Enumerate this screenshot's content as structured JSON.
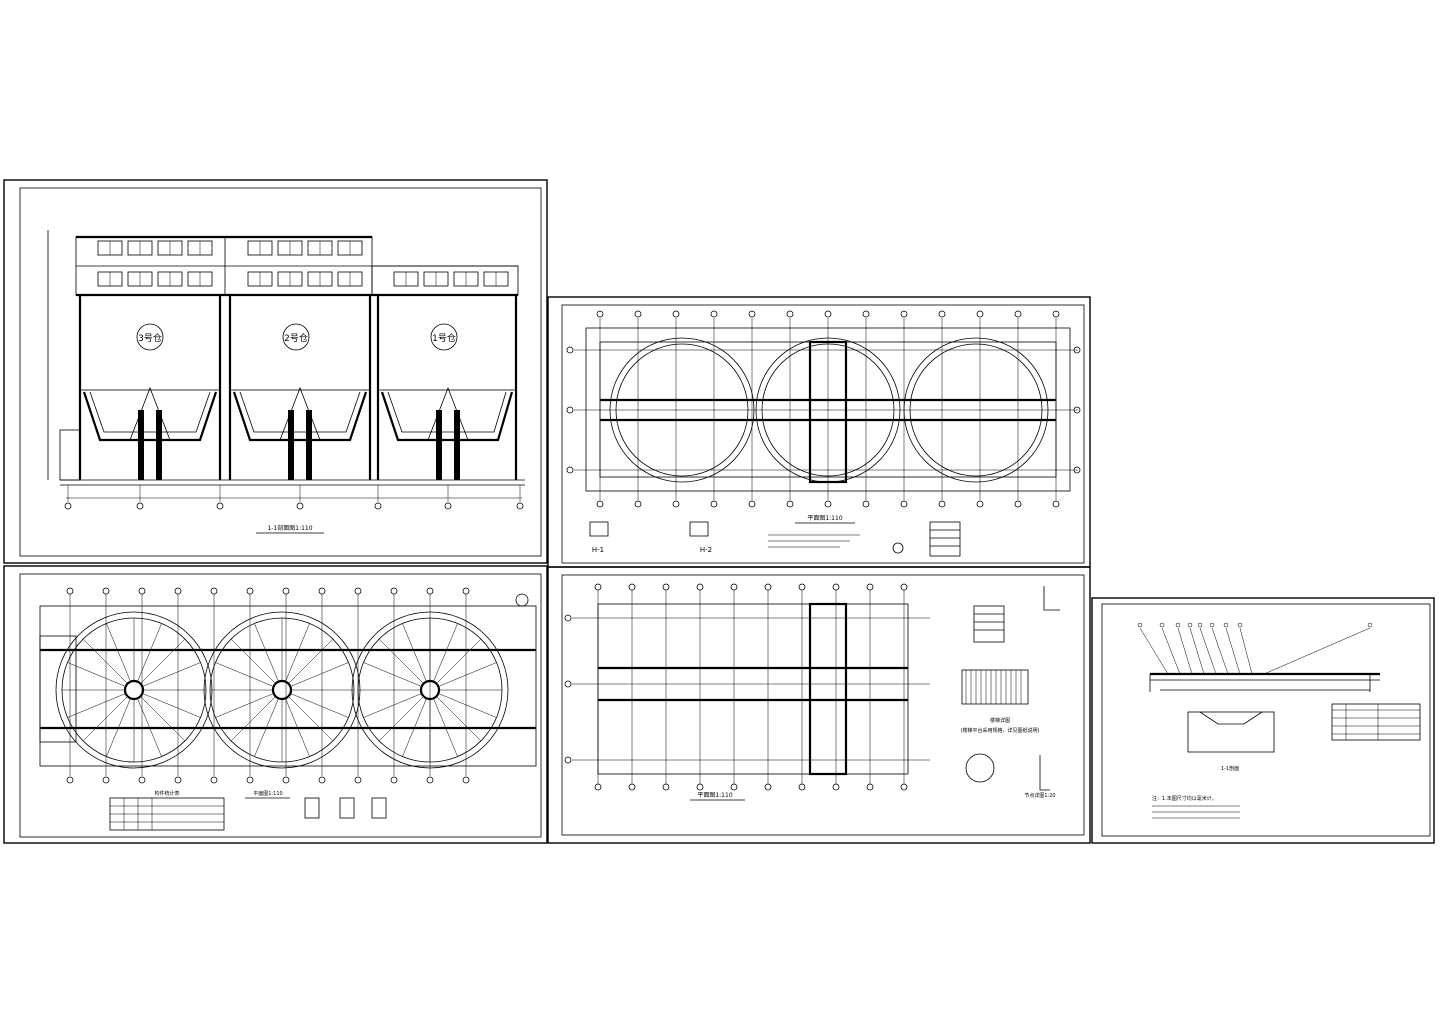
{
  "sheets": {
    "elevation": {
      "title": "1-1剖面图1:110",
      "bins": [
        {
          "label": "3号仓"
        },
        {
          "label": "2号仓"
        },
        {
          "label": "1号仓"
        }
      ]
    },
    "upper_plan": {
      "title": "平面图1:110",
      "sections": [
        "H-1",
        "H-2"
      ]
    },
    "roof_plan": {
      "title": "平面图1:110",
      "table_title": "构件统计表"
    },
    "foundation_plan": {
      "title": "平面图1:110",
      "stair_note": "楼梯详图",
      "stair_caption": "(楼梯平台采用规格，详见图纸说明)",
      "detail_caption": "节点详图1:20"
    },
    "detail": {
      "title": "1-1剖面",
      "notes": "注：1.本图尺寸均以毫米计。"
    }
  }
}
